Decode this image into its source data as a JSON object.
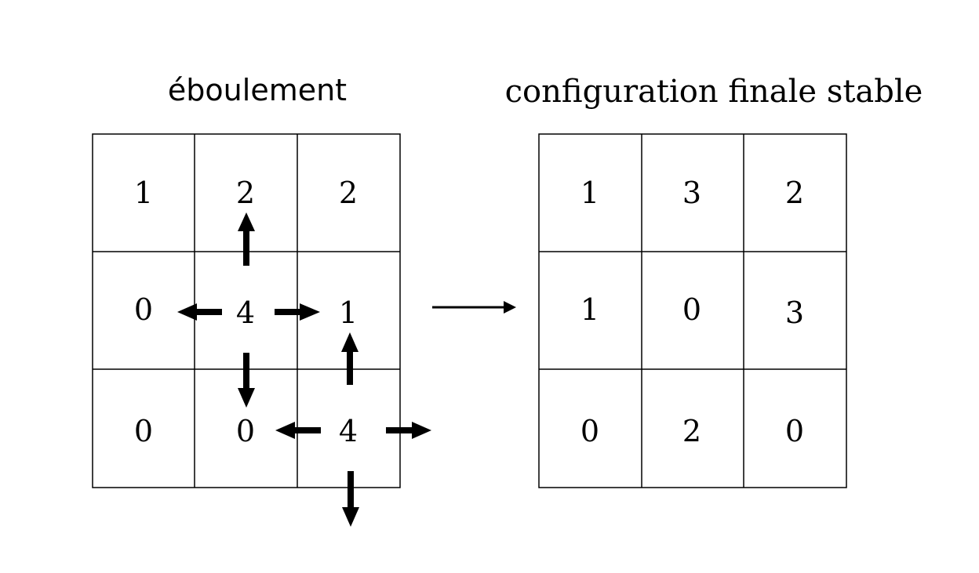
{
  "left_panel": {
    "title": "éboulement",
    "grid": [
      [
        "1",
        "2",
        "2"
      ],
      [
        "0",
        "4",
        "1"
      ],
      [
        "0",
        "0",
        "4"
      ]
    ]
  },
  "right_panel": {
    "title": "configuration finale stable",
    "grid": [
      [
        "1",
        "3",
        "2"
      ],
      [
        "1",
        "0",
        "3"
      ],
      [
        "0",
        "2",
        "0"
      ]
    ]
  },
  "colors": {
    "ink": "#000000",
    "background": "#ffffff"
  }
}
